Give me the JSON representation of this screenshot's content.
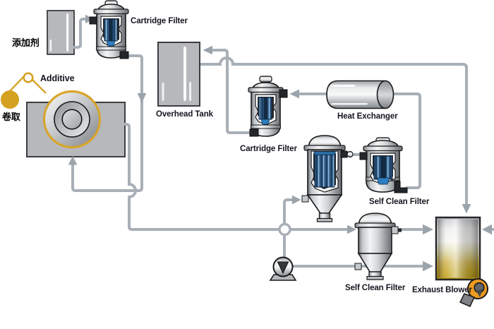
{
  "diagram": {
    "type": "process-flow-diagram",
    "labels": {
      "additive_tank_cn": "添加剂",
      "additive_spool_en": "Additive",
      "winder_cn": "卷取",
      "cartridge_filter_top": "Cartridge Filter",
      "overhead_tank": "Overhead Tank",
      "cartridge_filter_mid": "Cartridge Filter",
      "heat_exchanger": "Heat Exchanger",
      "self_clean_filter_upper": "Self Clean Filter",
      "self_clean_filter_lower": "Self Clean Filter",
      "exhaust_blower": "Exhaust Blower"
    },
    "colors": {
      "pipe": "#a8afb7",
      "arrow": "#9ba3ab",
      "accent_gold": "#d6a322",
      "filter_blue": "#3d6f9f",
      "filter_blue_dark": "#16324f",
      "blower_orange": "#ec9a20",
      "tank_gold_bottom": "#c2a012",
      "equipment_gray": "#b6b8bb",
      "outline": "#1a1a1a",
      "label_text": "#15151f"
    }
  }
}
